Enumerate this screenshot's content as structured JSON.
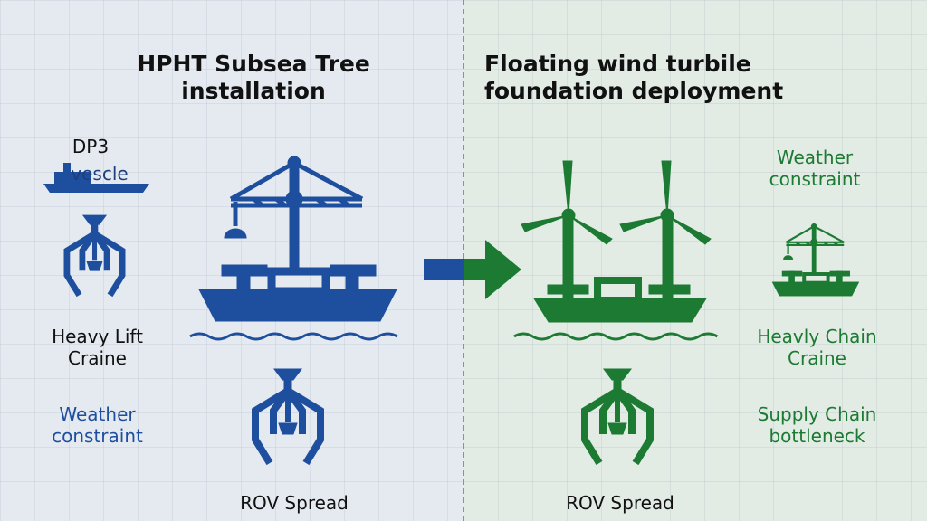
{
  "left": {
    "title_line1": "HPHT Subsea Tree",
    "title_line2": "installation",
    "dp3": "DP3",
    "vessel_text": "vescle",
    "heavy_lift_line1": "Heavy Lift",
    "heavy_lift_line2": "Craine",
    "weather_line1": "Weather",
    "weather_line2": "constraint",
    "rov": "ROV Spread"
  },
  "right": {
    "title_line1": "Floating wind turbile",
    "title_line2": "foundation deployment",
    "weather_line1": "Weather",
    "weather_line2": "constraint",
    "heavy_chain_line1": "Heavly Chain",
    "heavy_chain_line2": "Craine",
    "supply_line1": "Supply Chain",
    "supply_line2": "bottleneck",
    "rov": "ROV Spread"
  },
  "colors": {
    "blue": "#1e4f9e",
    "green": "#1c7a33"
  }
}
